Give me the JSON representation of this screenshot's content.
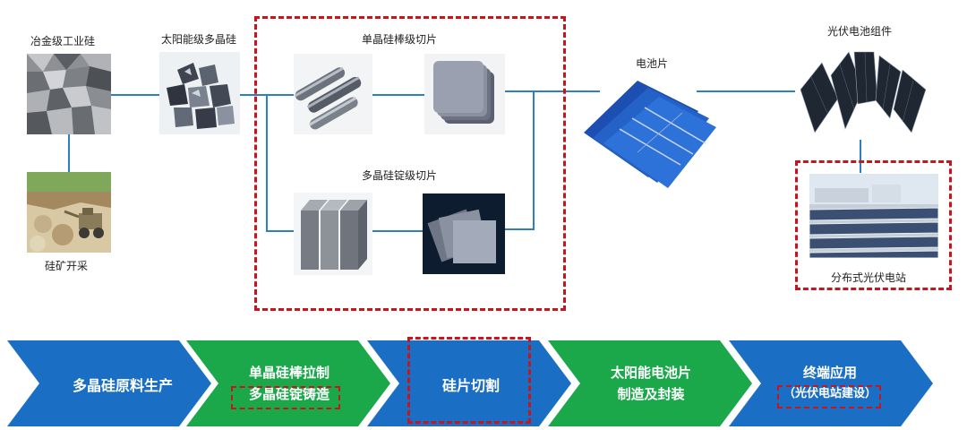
{
  "labels": {
    "metallurgical_silicon": "冶金级工业硅",
    "solar_polysilicon": "太阳能级多晶硅",
    "mono_rod_slicing": "单晶硅棒级切片",
    "multi_ingot_slicing": "多晶硅锭级切片",
    "silicon_mining": "硅矿开采",
    "cell": "电池片",
    "pv_module": "光伏电池组件",
    "distributed_station": "分布式光伏电站",
    "module_tick": "I"
  },
  "chain": [
    {
      "line1": "多晶硅原料生产",
      "line2": ""
    },
    {
      "line1": "单晶硅棒拉制",
      "line2": "多晶硅锭铸造"
    },
    {
      "line1": "硅片切割",
      "line2": ""
    },
    {
      "line1": "太阳能电池片",
      "line2": "制造及封装"
    },
    {
      "line1": "终端应用",
      "line2": "（光伏电站建设）"
    }
  ],
  "colors": {
    "blue_chevron": "#1a6fc4",
    "green_chevron": "#1aa84a",
    "flow_line": "#2d7fbf",
    "highlight_dash": "#c4161c"
  }
}
